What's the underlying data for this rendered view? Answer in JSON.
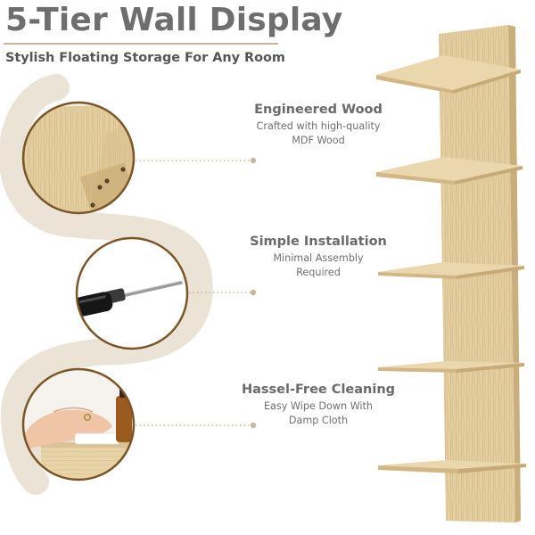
{
  "header": {
    "title": "5-Tier Wall Display",
    "subtitle": "Stylish Floating Storage For Any Room"
  },
  "features": [
    {
      "title": "Engineered Wood",
      "description": "Crafted with high-quality\nMDF Wood",
      "icon": "wood-grain-closeup"
    },
    {
      "title": "Simple Installation",
      "description": "Minimal Assembly\nRequired",
      "icon": "screwdriver"
    },
    {
      "title": "Hassel-Free Cleaning",
      "description": "Easy Wipe Down With\nDamp Cloth",
      "icon": "hand-wiping-shelf"
    }
  ],
  "colors": {
    "title": "#6e6e6e",
    "accent_rule": "#c7b89a",
    "s_curve": "#ebe4d6",
    "circle_border": "#7a5528",
    "dots": "#c8b99a",
    "wood": "#e2cc9e"
  }
}
